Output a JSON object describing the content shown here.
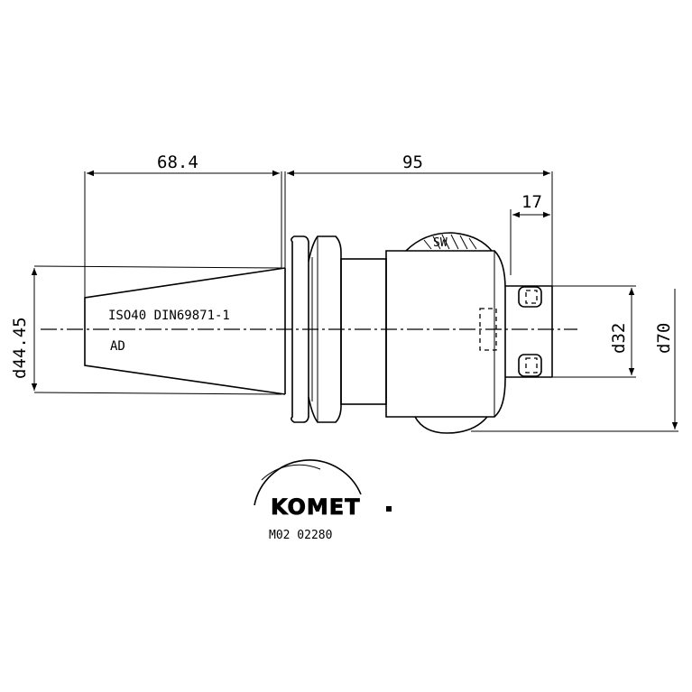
{
  "dimensions": {
    "taper_length": "68.4",
    "body_length": "95",
    "pin_length": "17",
    "taper_diameters": "d44.45",
    "shank_diameter": "d32",
    "flange_diameter": "d70"
  },
  "labels": {
    "standard": "ISO40  DIN69871-1",
    "form": "AD",
    "flats": "SW"
  },
  "logo": {
    "text": "KOMET",
    "code": "M02  02280"
  }
}
